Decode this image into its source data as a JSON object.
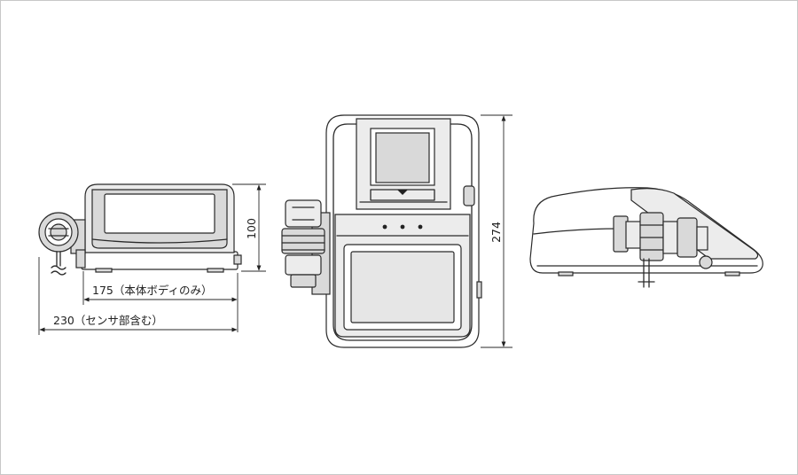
{
  "dimensions": {
    "body_width_label": "175（本体ボディのみ）",
    "total_width_label": "230（センサ部含む）",
    "height_label": "100",
    "depth_label": "274"
  }
}
